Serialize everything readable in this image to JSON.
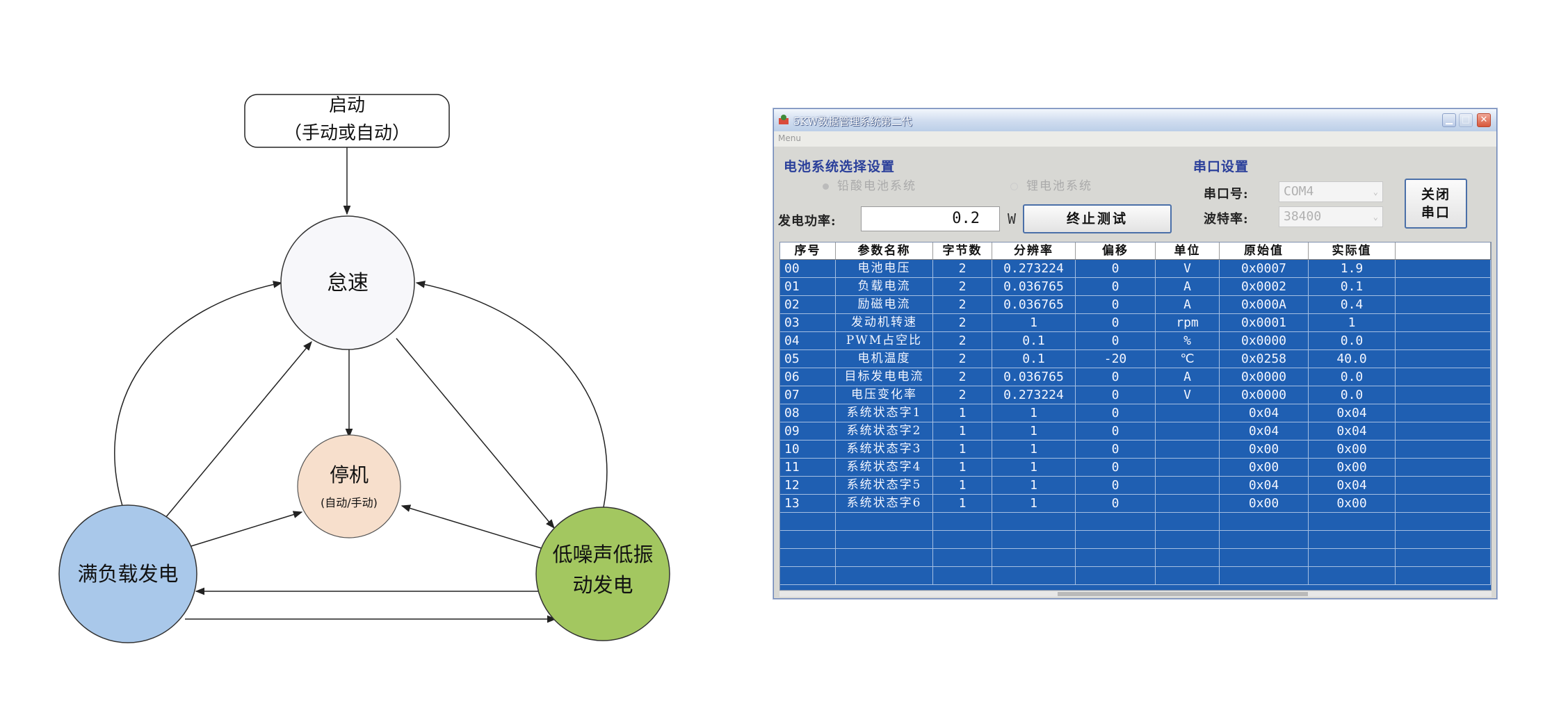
{
  "diagram": {
    "nodes": {
      "start": {
        "line1": "启动",
        "line2": "（手动或自动）"
      },
      "idle": {
        "label": "怠速"
      },
      "stop": {
        "label": "停机",
        "sub": "(自动/手动)"
      },
      "full_load": {
        "label": "满负载发电"
      },
      "low_noise": {
        "line1": "低噪声低振",
        "line2": "动发电"
      }
    },
    "colors": {
      "idle": "#f7f7fa",
      "stop": "#f7dfcc",
      "full_load": "#a9c8ea",
      "low_noise": "#a3c760",
      "stroke": "#222222"
    }
  },
  "app": {
    "title": "5KW数据管理系统第二代",
    "menu": "Menu",
    "battery_group": {
      "title": "电池系统选择设置",
      "options": [
        "铅酸电池系统",
        "锂电池系统"
      ]
    },
    "port_group": {
      "title": "串口设置",
      "port_label": "串口号:",
      "port_value": "COM4",
      "baud_label": "波特率:",
      "baud_value": "38400"
    },
    "power": {
      "label": "发电功率:",
      "value": "0.2",
      "unit": "W"
    },
    "buttons": {
      "stop_test": "终止测试",
      "close_port_1": "关闭",
      "close_port_2": "串口"
    },
    "table": {
      "headers": [
        "序号",
        "参数名称",
        "字节数",
        "分辨率",
        "偏移",
        "单位",
        "原始值",
        "实际值"
      ],
      "rows": [
        [
          "00",
          "电池电压",
          "2",
          "0.273224",
          "0",
          "V",
          "0x0007",
          "1.9"
        ],
        [
          "01",
          "负载电流",
          "2",
          "0.036765",
          "0",
          "A",
          "0x0002",
          "0.1"
        ],
        [
          "02",
          "励磁电流",
          "2",
          "0.036765",
          "0",
          "A",
          "0x000A",
          "0.4"
        ],
        [
          "03",
          "发动机转速",
          "2",
          "1",
          "0",
          "rpm",
          "0x0001",
          "1"
        ],
        [
          "04",
          "PWM占空比",
          "2",
          "0.1",
          "0",
          "%",
          "0x0000",
          "0.0"
        ],
        [
          "05",
          "电机温度",
          "2",
          "0.1",
          "-20",
          "℃",
          "0x0258",
          "40.0"
        ],
        [
          "06",
          "目标发电电流",
          "2",
          "0.036765",
          "0",
          "A",
          "0x0000",
          "0.0"
        ],
        [
          "07",
          "电压变化率",
          "2",
          "0.273224",
          "0",
          "V",
          "0x0000",
          "0.0"
        ],
        [
          "08",
          "系统状态字1",
          "1",
          "1",
          "0",
          "",
          "0x04",
          "0x04"
        ],
        [
          "09",
          "系统状态字2",
          "1",
          "1",
          "0",
          "",
          "0x04",
          "0x04"
        ],
        [
          "10",
          "系统状态字3",
          "1",
          "1",
          "0",
          "",
          "0x00",
          "0x00"
        ],
        [
          "11",
          "系统状态字4",
          "1",
          "1",
          "0",
          "",
          "0x00",
          "0x00"
        ],
        [
          "12",
          "系统状态字5",
          "1",
          "1",
          "0",
          "",
          "0x04",
          "0x04"
        ],
        [
          "13",
          "系统状态字6",
          "1",
          "1",
          "0",
          "",
          "0x00",
          "0x00"
        ]
      ]
    },
    "colors": {
      "grid": "#1f5fb2",
      "grid_line": "#a5bfe2",
      "accent": "#2a3f9a"
    }
  }
}
